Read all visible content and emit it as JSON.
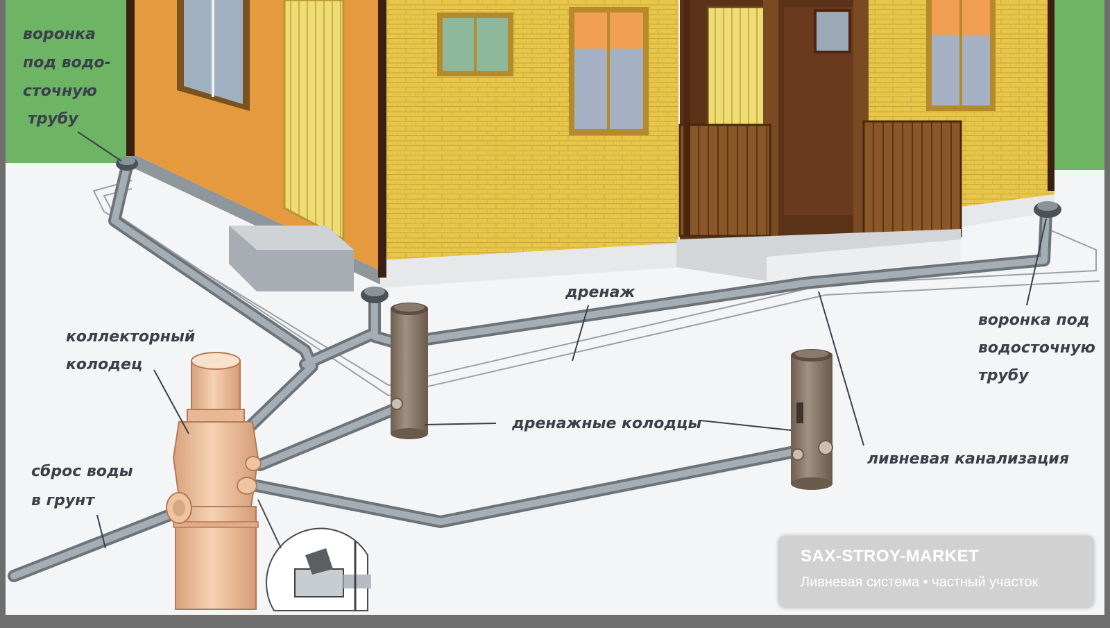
{
  "labels": {
    "funnel_left": [
      "воронка",
      "под водо-",
      "сточную",
      "трубу"
    ],
    "funnel_right": [
      "воронка под",
      "водосточную",
      "трубу"
    ],
    "drainage": "дренаж",
    "collector_well": [
      "коллекторный",
      "колодец"
    ],
    "drainage_wells": "дренажные колодцы",
    "storm_sewer": "ливневая канализация",
    "discharge": [
      "сброс воды",
      "в грунт"
    ]
  },
  "caption": {
    "title": "SAX-STROY-MARKET",
    "subtitle": "Ливневая система • частный участок"
  },
  "colors": {
    "frame": "#6e6e6e",
    "grass": "#6db464",
    "ground": "#f4f5f6",
    "wall_orange": "#e69a3f",
    "wall_yellow": "#e8c64a",
    "porch_wood": "#7a4a22",
    "pipe": "#8e979f",
    "well_brown": "#8a7868",
    "collector_peach": "#f0c4a0"
  }
}
